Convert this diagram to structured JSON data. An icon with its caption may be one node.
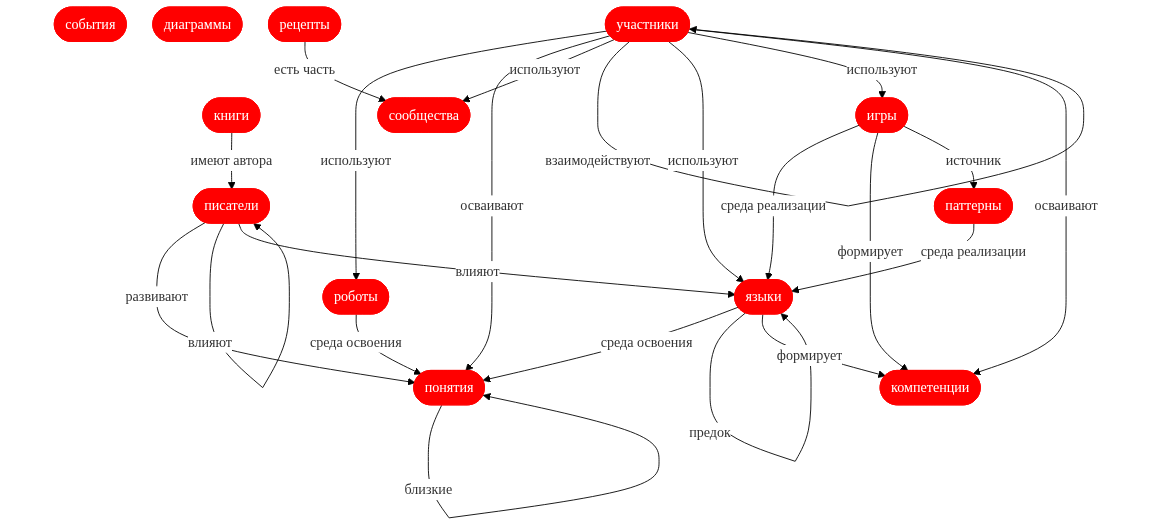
{
  "diagram": {
    "nodes": [
      {
        "text": [
          "книги"
        ]
      },
      {
        "text": [
          "роботы"
        ]
      },
      {
        "text": [
          "писатели"
        ]
      },
      {
        "text": [
          "понятия"
        ]
      },
      {
        "text": [
          "рецепты"
        ]
      },
      {
        "text": [
          "сообщества"
        ]
      },
      {
        "text": [
          "участники"
        ]
      },
      {
        "text": [
          "языки"
        ]
      },
      {
        "text": [
          "события"
        ]
      },
      {
        "text": [
          "компетенции"
        ]
      },
      {
        "text": [
          "диаграммы"
        ]
      },
      {
        "text": [
          "игры"
        ]
      },
      {
        "text": [
          "паттерны"
        ]
      }
    ],
    "edges": [
      {
        "from": 0,
        "to": 2,
        "label": "имеют автора",
        "arrow": "to"
      },
      {
        "from": 1,
        "to": 3,
        "label": "среда освоения",
        "arrow": "to"
      },
      {
        "from": 2,
        "to": 3,
        "label": "развивают",
        "arrow": "to"
      },
      {
        "from": 2,
        "to": 2,
        "label": "влияют",
        "arrow": "to"
      },
      {
        "from": 3,
        "to": 3,
        "label": "близкие",
        "arrow": "to"
      },
      {
        "from": 2,
        "to": 7,
        "label": "влияют",
        "arrow": "to"
      },
      {
        "from": 6,
        "to": 1,
        "label": "используют",
        "arrow": "to"
      },
      {
        "from": 6,
        "to": 3,
        "label": "осваивают",
        "arrow": "to"
      },
      {
        "from": 6,
        "to": 5,
        "label": "используют",
        "arrow": "to"
      },
      {
        "from": 4,
        "to": 5,
        "label": "есть часть",
        "arrow": "to"
      },
      {
        "from": 6,
        "to": 6,
        "label": "взаимодействуют",
        "arrow": "to"
      },
      {
        "from": 6,
        "to": 7,
        "label": "используют",
        "arrow": "to"
      },
      {
        "from": 7,
        "to": 3,
        "label": "среда освоения",
        "arrow": "to"
      },
      {
        "from": 7,
        "to": 7,
        "label": "предок",
        "arrow": "to"
      },
      {
        "from": 6,
        "to": 11,
        "label": "используют",
        "arrow": "to"
      },
      {
        "from": 6,
        "to": 9,
        "label": "осваивают",
        "arrow": "to"
      },
      {
        "from": 7,
        "to": 9,
        "label": "формирует",
        "arrow": "to"
      },
      {
        "from": 11,
        "to": 7,
        "label": "среда реализации",
        "arrow": "to"
      },
      {
        "from": 12,
        "to": 7,
        "label": "среда реализации",
        "arrow": "to"
      },
      {
        "from": 11,
        "to": 9,
        "label": "формирует",
        "arrow": "to"
      },
      {
        "from": 11,
        "to": 12,
        "label": "источник",
        "arrow": "to"
      }
    ]
  }
}
